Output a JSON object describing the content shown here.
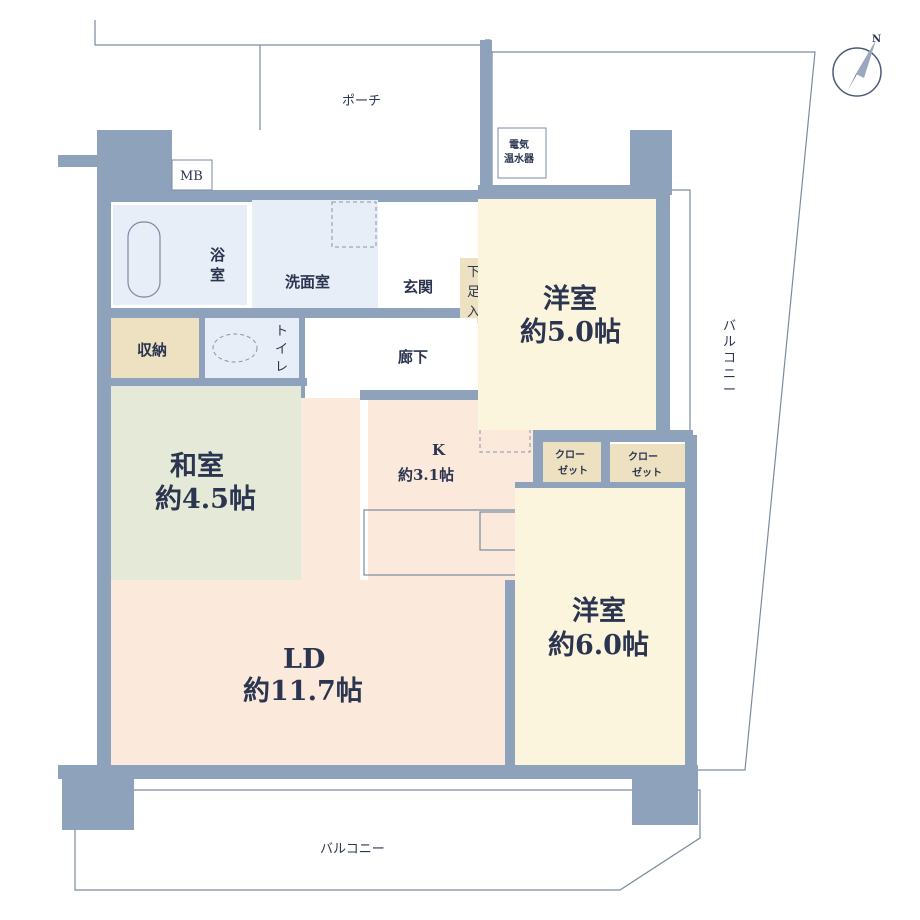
{
  "rooms": {
    "porch": "ポーチ",
    "mb": "MB",
    "water_heater": [
      "電気",
      "温水器"
    ],
    "bath": [
      "浴",
      "室"
    ],
    "washroom": "洗面室",
    "entrance": "玄関",
    "shoe_storage": [
      "下",
      "足",
      "入"
    ],
    "storage": "収納",
    "toilet": [
      "ト",
      "イ",
      "レ"
    ],
    "hallway": "廊下",
    "western1": {
      "name": "洋室",
      "size": "約5.0帖"
    },
    "japanese": {
      "name": "和室",
      "size": "約4.5帖"
    },
    "kitchen": {
      "name": "K",
      "size": "約3.1帖"
    },
    "closet1": [
      "クロー",
      "ゼット"
    ],
    "closet2": [
      "クロー",
      "ゼット"
    ],
    "western2": {
      "name": "洋室",
      "size": "約6.0帖"
    },
    "ld": {
      "name": "LD",
      "size": "約11.7帖"
    },
    "balcony_right": [
      "バ",
      "ル",
      "コ",
      "ニ",
      "ー"
    ],
    "balcony_bottom": "バルコニー"
  },
  "compass": {
    "label": "N",
    "icon": "north-arrow-icon"
  },
  "colors": {
    "wall": "#8ea3bb",
    "ld": "#fbe9dc",
    "western": "#fcf5de",
    "japanese": "#e5e9d8",
    "storage": "#eee1c2",
    "wet": "#e8eef7"
  }
}
